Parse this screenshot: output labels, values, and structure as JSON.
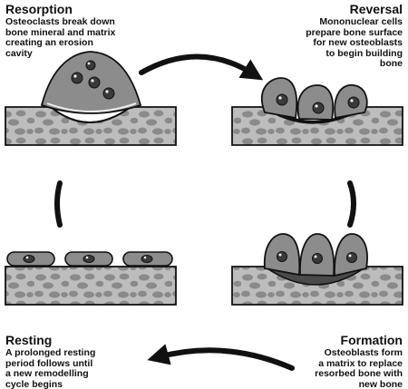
{
  "stages": {
    "resorption": {
      "title": "Resorption",
      "description": "Osteoclasts break down\nbone mineral and matrix\ncreating an erosion\ncavity"
    },
    "reversal": {
      "title": "Reversal",
      "description": "Mononuclear cells\nprepare bone surface\nfor new osteoblasts\nto begin building\nbone"
    },
    "resting": {
      "title": "Resting",
      "description": "A prolonged resting\nperiod follows until\na new remodelling\ncycle begins"
    },
    "formation": {
      "title": "Formation",
      "description": "Osteoblasts form\na matrix to replace\nresorbed bone with\nnew bone"
    }
  },
  "colors": {
    "bone_fill": "#bdbdbd",
    "bone_pores": "#8a8a8a",
    "cell_fill": "#8c8c8c",
    "nucleus": "#3a3a3a",
    "new_matrix": "#4a4a4a",
    "outline": "#111111"
  }
}
